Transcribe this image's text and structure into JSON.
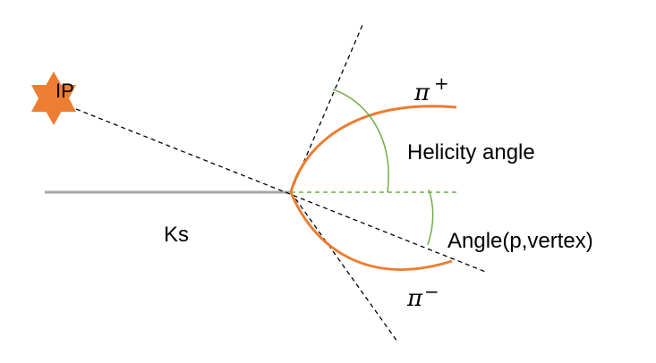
{
  "labels": {
    "ip": "IP",
    "ks": "Ks",
    "helicity_angle": "Helicity angle",
    "angle_p_vertex": "Angle(p,vertex)",
    "pi_plus_symbol": "π",
    "pi_plus_sign": "+",
    "pi_minus_symbol": "π",
    "pi_minus_sign": "−"
  },
  "colors": {
    "trajectory": "#ED7D31",
    "angle_arc": "#70AD47",
    "reference_line": "#000000",
    "ks_track": "#A6A6A6",
    "ip_star": "#ED7D31"
  },
  "icons": {
    "ip_marker": "six-pointed-star-icon"
  }
}
